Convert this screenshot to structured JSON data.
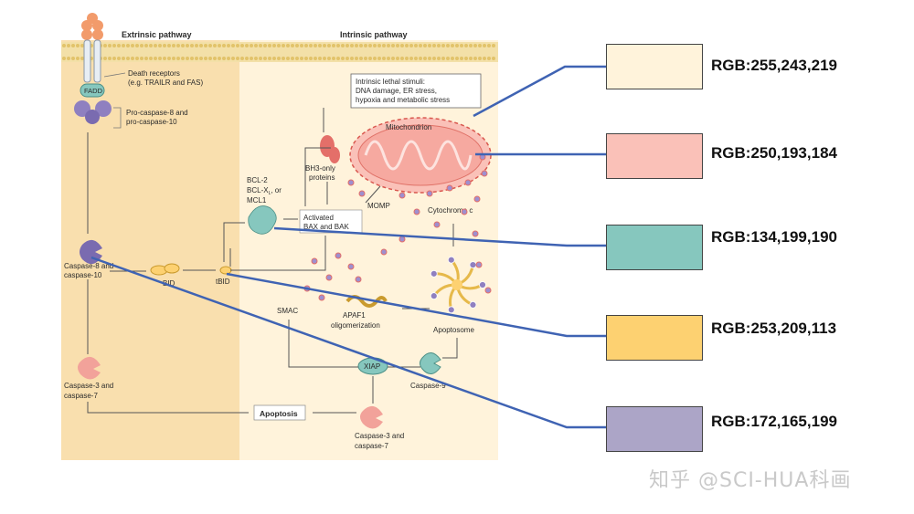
{
  "headers": {
    "extrinsic": "Extrinsic pathway",
    "intrinsic": "Intrinsic pathway"
  },
  "labels": {
    "death_receptors_1": "Death receptors",
    "death_receptors_2": "(e.g. TRAILR  and FAS)",
    "fadd": "FADD",
    "procasp_1": "Pro-caspase-8 and",
    "procasp_2": "pro-caspase-10",
    "stimuli_1": "Intrinsic lethal stimuli:",
    "stimuli_2": "DNA damage, ER stress,",
    "stimuli_3": "hypoxia and metabolic stress",
    "mitochondrion": "Mitochondrion",
    "bh3_1": "BH3-only",
    "bh3_2": "proteins",
    "bcl_1": "BCL-2",
    "bcl_2": "BCL-X",
    "bcl_2_sub": "L",
    "bcl_2_tail": ", or",
    "bcl_3": "MCL1",
    "momp": "MOMP",
    "activated_1": "Activated",
    "activated_2": "BAX and BAK",
    "cytochrome": "Cytochrome c",
    "casp8_1": "Caspase-8 and",
    "casp8_2": "caspase-10",
    "bid": "BID",
    "tbid": "tBID",
    "smac": "SMAC",
    "apaf_1": "APAF1",
    "apaf_2": "oligomerization",
    "apoptosome": "Apoptosome",
    "xiap": "XIAP",
    "casp9": "Caspase-9",
    "casp3_left_1": "Caspase-3 and",
    "casp3_left_2": "caspase-7",
    "apoptosis": "Apoptosis",
    "casp3_bottom_1": "Caspase-3 and",
    "casp3_bottom_2": "caspase-7"
  },
  "swatches": [
    {
      "label": "RGB:255,243,219",
      "color": "#fff3db"
    },
    {
      "label": "RGB:250,193,184",
      "color": "#fac1b8"
    },
    {
      "label": "RGB:134,199,190",
      "color": "#86c7be"
    },
    {
      "label": "RGB:253,209,113",
      "color": "#fdd171"
    },
    {
      "label": "RGB:172,165,199",
      "color": "#aca5c7"
    }
  ],
  "watermark": "知乎 @SCI-HUA科画",
  "colors": {
    "connector": "#3f63b3",
    "panel_outer": "#fbe7c2",
    "panel_inner": "#fff3db",
    "membrane": "#ecd27a"
  }
}
